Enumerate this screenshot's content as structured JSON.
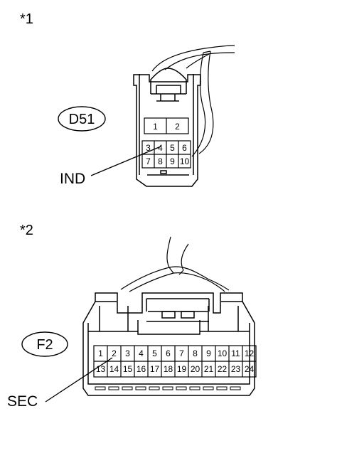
{
  "figure1": {
    "note": "*1",
    "connector_label": "D51",
    "terminal_callout": "IND",
    "pins_top_row": [
      "1",
      "2"
    ],
    "pins_middle_row": [
      "3",
      "4",
      "5",
      "6"
    ],
    "pins_bottom_row": [
      "7",
      "8",
      "9",
      "10"
    ]
  },
  "figure2": {
    "note": "*2",
    "connector_label": "F2",
    "terminal_callout": "SEC",
    "pins_top_row": [
      "1",
      "2",
      "3",
      "4",
      "5",
      "6",
      "7",
      "8",
      "9",
      "10",
      "11",
      "12"
    ],
    "pins_bottom_row": [
      "13",
      "14",
      "15",
      "16",
      "17",
      "18",
      "19",
      "20",
      "21",
      "22",
      "23",
      "24"
    ]
  }
}
